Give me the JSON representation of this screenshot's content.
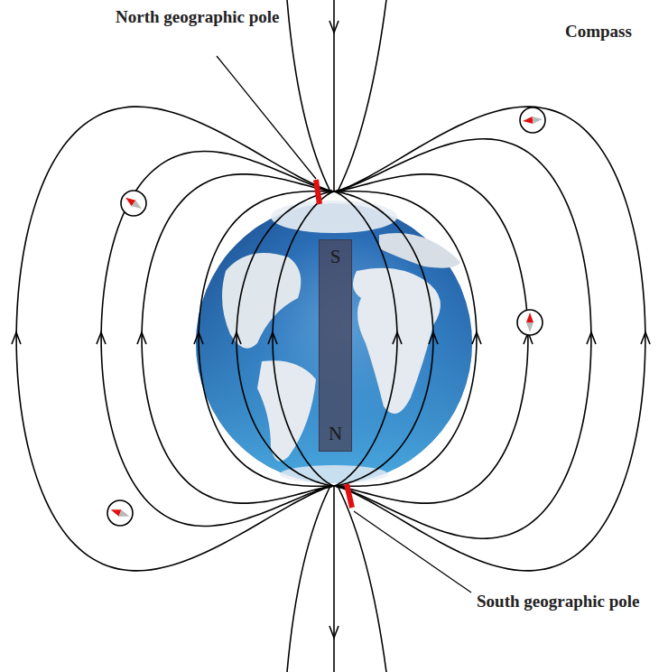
{
  "diagram": {
    "nodes": [
      {
        "text": [
          "S",
          "N"
        ]
      }
    ],
    "labels": [
      "North geographic pole",
      "Compass",
      "South geographic pole"
    ]
  }
}
